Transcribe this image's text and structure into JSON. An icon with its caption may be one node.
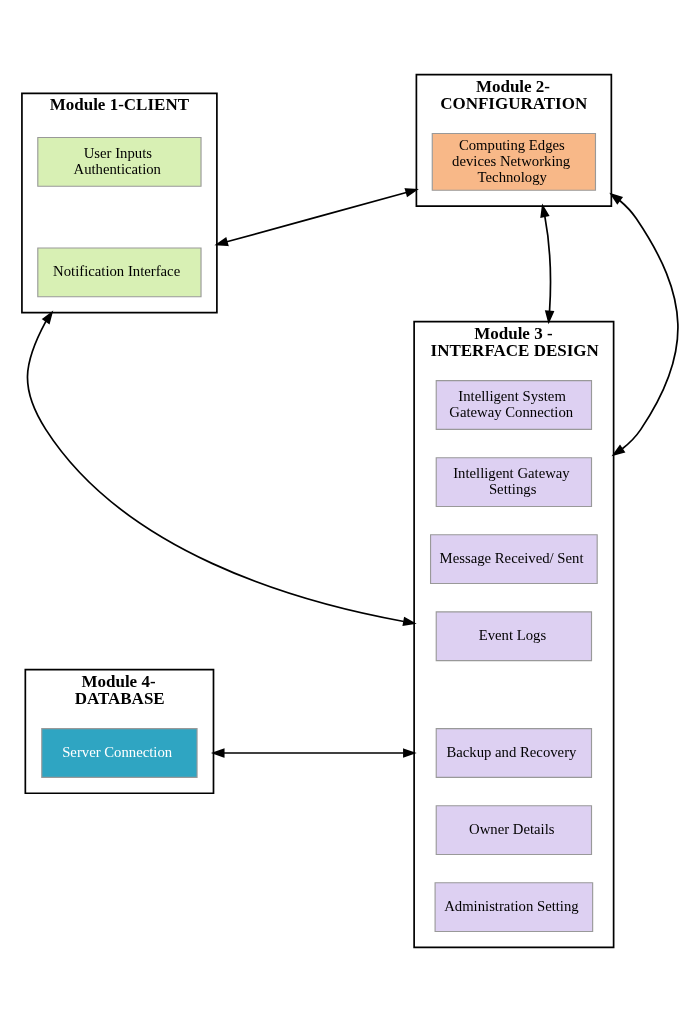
{
  "diagram": {
    "nodes": [
      {
        "text": [
          "Module 1-CLIENT"
        ]
      },
      {
        "text": [
          "User Inputs Authentication"
        ],
        "in": 0
      },
      {
        "text": [
          "Notification Interface"
        ],
        "in": 0
      },
      {
        "text": [
          "Module 2- CONFIGURATION"
        ]
      },
      {
        "text": [
          "Computing Edges devices Networking Technology"
        ],
        "in": 3
      },
      {
        "text": [
          "Module 3 - INTERFACE DESIGN"
        ]
      },
      {
        "text": [
          "Intelligent System Gateway Connection"
        ],
        "in": 5
      },
      {
        "text": [
          "Intelligent Gateway Settings"
        ],
        "in": 5
      },
      {
        "text": [
          "Message Received/ Sent"
        ],
        "in": 5
      },
      {
        "text": [
          "Event Logs"
        ],
        "in": 5
      },
      {
        "text": [
          "Backup and Recovery"
        ],
        "in": 5
      },
      {
        "text": [
          "Owner Details"
        ],
        "in": 5
      },
      {
        "text": [
          "Administration Setting"
        ],
        "in": 5
      },
      {
        "text": [
          "Module 4- DATABASE"
        ]
      },
      {
        "text": [
          "Server Connection"
        ],
        "in": 13
      }
    ],
    "edges": [
      {
        "from": 0,
        "to": 3,
        "arrow": "both"
      },
      {
        "from": 3,
        "to": 5,
        "arrow": "both"
      },
      {
        "from": 3,
        "to": 5,
        "arrow": "both"
      },
      {
        "from": 0,
        "to": 5,
        "arrow": "both"
      },
      {
        "from": 13,
        "to": 5,
        "arrow": "both"
      }
    ]
  }
}
